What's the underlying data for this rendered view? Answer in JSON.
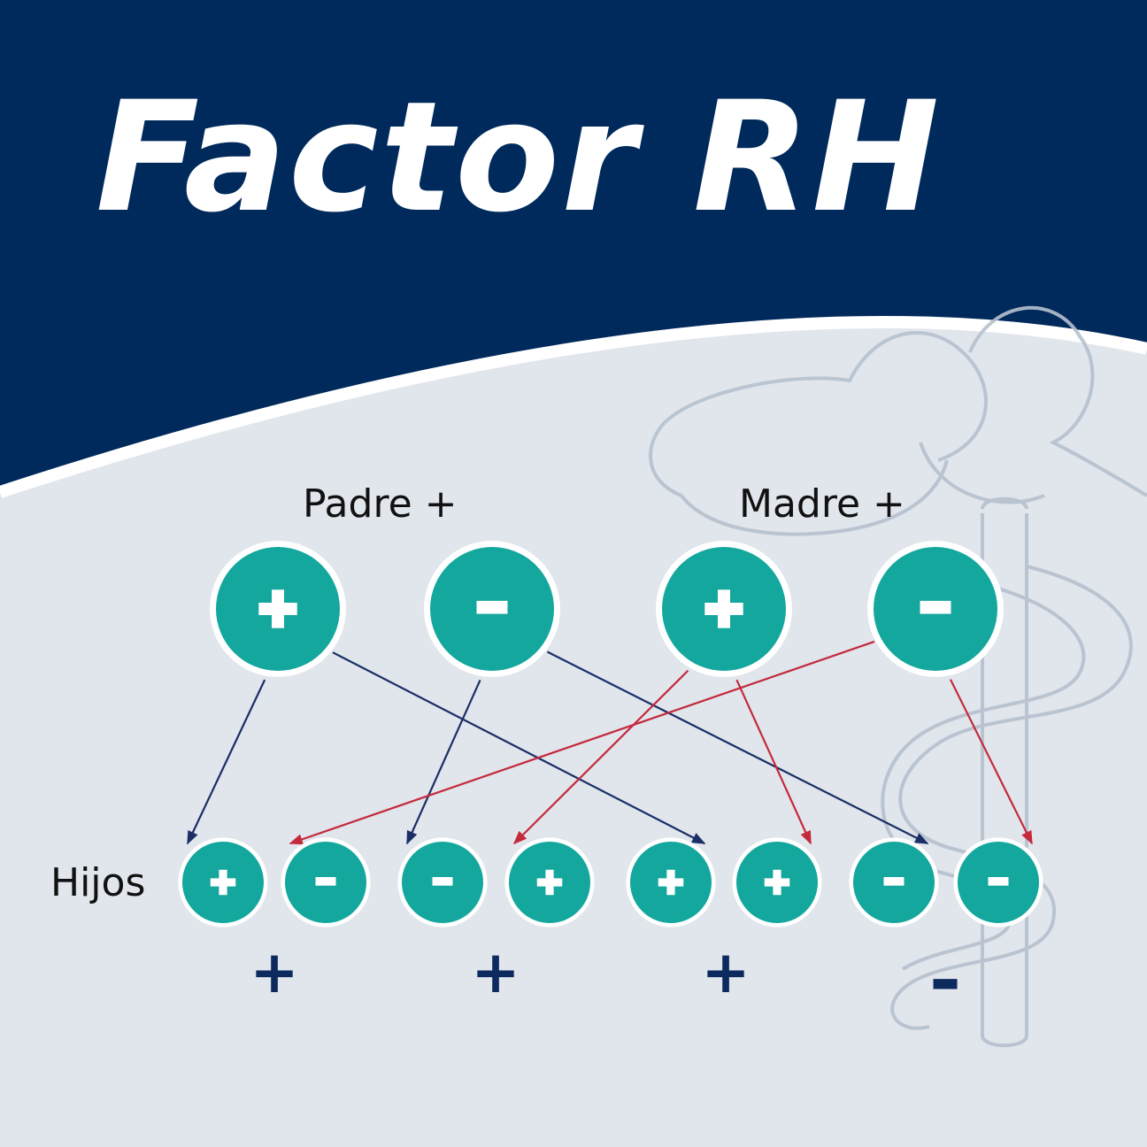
{
  "title": "Factor RH",
  "colors": {
    "header_navy": "#002a5c",
    "background": "#e1e5ec",
    "teal": "#14a79d",
    "arrow_navy": "#1b2f66",
    "arrow_red": "#c42a3c",
    "result_navy": "#0d2a5e",
    "watermark": "#b6c1cf"
  },
  "diagram": {
    "father": {
      "label": "Padre +",
      "alleles": [
        {
          "sign": "+",
          "icon": "plus-icon"
        },
        {
          "sign": "-",
          "icon": "minus-icon"
        }
      ]
    },
    "mother": {
      "label": "Madre +",
      "alleles": [
        {
          "sign": "+",
          "icon": "plus-icon"
        },
        {
          "sign": "-",
          "icon": "minus-icon"
        }
      ]
    },
    "children": {
      "label": "Hijos",
      "combinations": [
        {
          "alleles": [
            "+",
            "-"
          ],
          "result": "+"
        },
        {
          "alleles": [
            "-",
            "+"
          ],
          "result": "+"
        },
        {
          "alleles": [
            "+",
            "+"
          ],
          "result": "+"
        },
        {
          "alleles": [
            "-",
            "-"
          ],
          "result": "-"
        }
      ]
    },
    "arrows": [
      {
        "from": "father.0",
        "to": "child.0.0",
        "color": "navy"
      },
      {
        "from": "father.0",
        "to": "child.2.0",
        "color": "navy"
      },
      {
        "from": "father.1",
        "to": "child.1.0",
        "color": "navy"
      },
      {
        "from": "father.1",
        "to": "child.3.0",
        "color": "navy"
      },
      {
        "from": "mother.0",
        "to": "child.1.1",
        "color": "red"
      },
      {
        "from": "mother.0",
        "to": "child.2.1",
        "color": "red"
      },
      {
        "from": "mother.1",
        "to": "child.0.1",
        "color": "red"
      },
      {
        "from": "mother.1",
        "to": "child.3.1",
        "color": "red"
      }
    ]
  },
  "watermark_icon": "caduceus-icon"
}
